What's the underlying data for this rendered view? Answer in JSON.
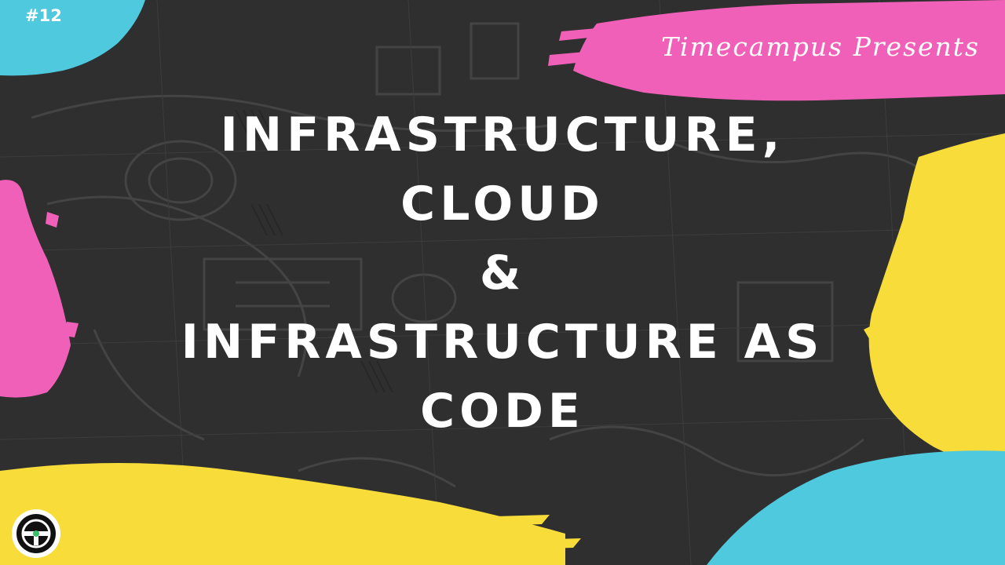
{
  "episode_label": "#12",
  "presenter_text": "Timecampus Presents",
  "title_lines": [
    "INFRASTRUCTURE,",
    "CLOUD",
    "&",
    "INFRASTRUCTURE AS",
    "CODE"
  ],
  "colors": {
    "background": "#2f2f2f",
    "cyan": "#4ec9dd",
    "pink": "#f060b8",
    "yellow": "#f7dc3a",
    "text": "#ffffff"
  },
  "icons": {
    "logo": "timecampus-logo-icon"
  }
}
